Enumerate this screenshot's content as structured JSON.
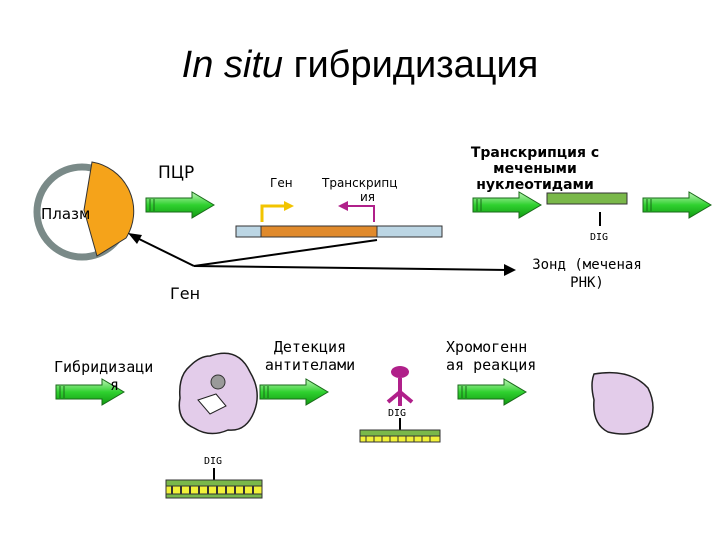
{
  "title": {
    "italic": "In situ",
    "rest": "гибридизация"
  },
  "labels": {
    "pcr": "ПЦР",
    "plasmid": "Плазм",
    "gene_top": "Ген",
    "transcription_l1": "Транскрипц",
    "transcription_l2": "ия",
    "labeled_l1": "Транскрипция с",
    "labeled_l2": "мечеными",
    "labeled_l3": "нуклеотидами",
    "dig": "DIG",
    "probe_l1": "Зонд (меченая",
    "probe_l2": "РНК)",
    "gene_mid": "Ген",
    "hybrid_l1": "Гибридизаци",
    "hybrid_l2": "я",
    "antibody_l1": "Детекция",
    "antibody_l2": "антителами",
    "chromo_l1": "Хромогенн",
    "chromo_l2": "ая реакция"
  },
  "colors": {
    "arrow_green": "#2fd12f",
    "plasmid_orange": "#f5a31a",
    "plasmid_ring": "#7a8a88",
    "dna_bar": "#bcd6e4",
    "gene_segment": "#e08a2c",
    "probe_green": "#7ab84a",
    "probe_yellow": "#f2f23a",
    "cell_fill": "#e3ccea",
    "antibody_magenta": "#b0208a",
    "promoter_yellow": "#f2c400"
  },
  "icons": [
    "plasmid-icon",
    "arrow-right-icon",
    "promoter-arrow-icon",
    "embryo-cell-icon",
    "antibody-icon",
    "stained-cell-icon"
  ]
}
